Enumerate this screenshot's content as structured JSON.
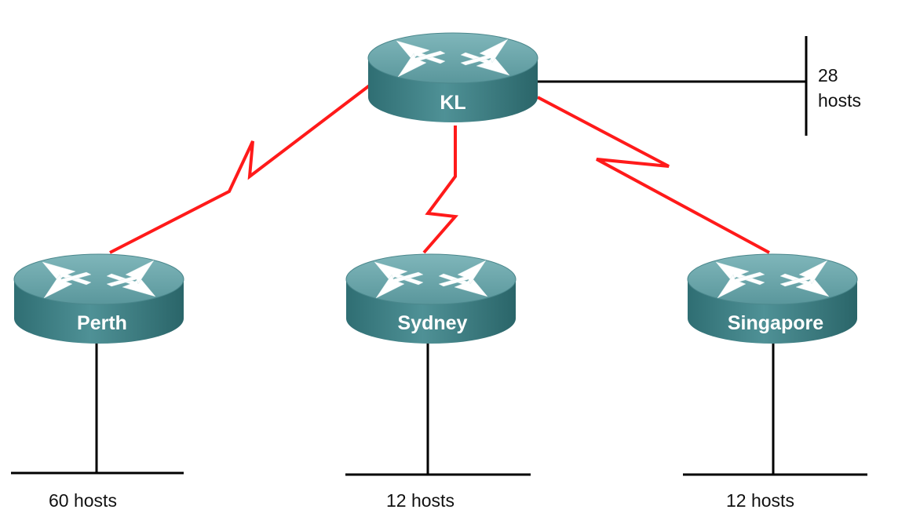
{
  "colors": {
    "serial_link": "#ff1a1a",
    "ethernet": "#000000",
    "router_top": "#5f9da2",
    "router_side": "#37787d",
    "router_arrow": "#ffffff",
    "label": "#ffffff"
  },
  "routers": {
    "kl": {
      "name": "KL",
      "icon": "router-icon"
    },
    "perth": {
      "name": "Perth",
      "icon": "router-icon"
    },
    "sydney": {
      "name": "Sydney",
      "icon": "router-icon"
    },
    "singapore": {
      "name": "Singapore",
      "icon": "router-icon"
    }
  },
  "lans": {
    "kl": {
      "line1": "28",
      "line2": "hosts"
    },
    "perth": {
      "text": "60 hosts"
    },
    "sydney": {
      "text": "12 hosts"
    },
    "singapore": {
      "text": "12 hosts"
    }
  }
}
